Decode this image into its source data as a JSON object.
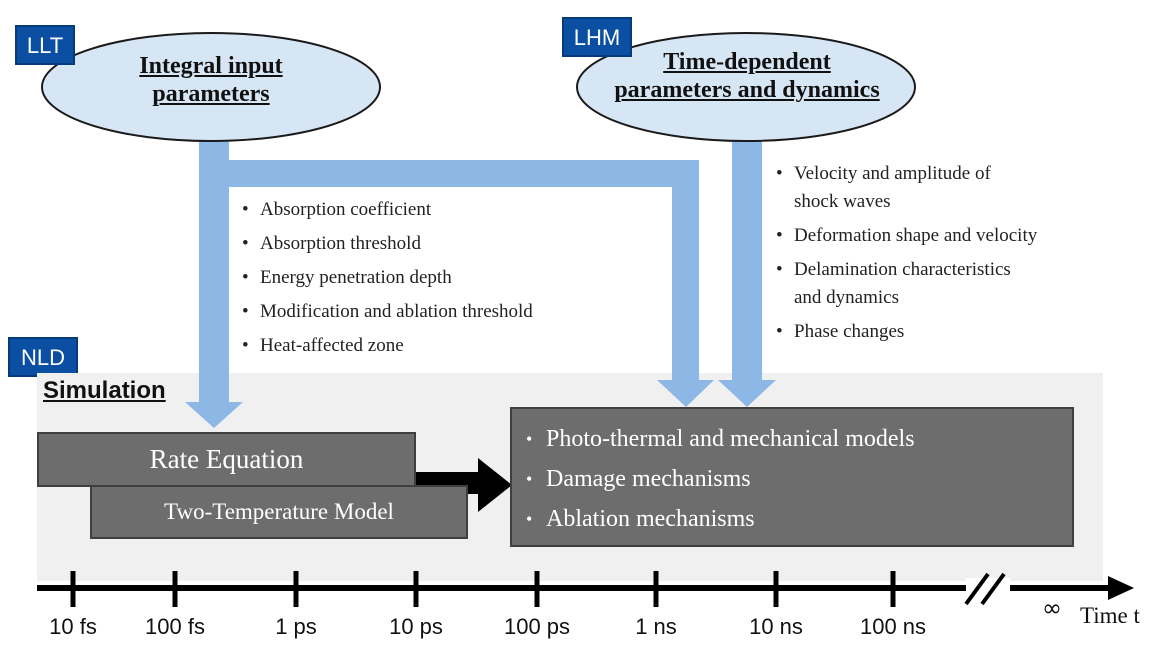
{
  "tags": {
    "llt": "LLT",
    "lhm": "LHM",
    "nld": "NLD"
  },
  "ellipses": {
    "integral": [
      "Integral input",
      "parameters"
    ],
    "time_dependent": [
      "Time-dependent",
      "parameters and dynamics"
    ]
  },
  "integral_bullets": [
    "Absorption coefficient",
    "Absorption threshold",
    "Energy penetration depth",
    "Modification and ablation threshold",
    "Heat-affected zone"
  ],
  "dynamics_bullets": [
    [
      "Velocity and amplitude of",
      "shock waves"
    ],
    [
      "Deformation shape and velocity"
    ],
    [
      "Delamination characteristics",
      "and dynamics"
    ],
    [
      "Phase changes"
    ]
  ],
  "simulation": {
    "title": "Simulation",
    "rate_equation": "Rate Equation",
    "two_temperature": "Two-Temperature Model",
    "models": [
      "Photo-thermal and mechanical models",
      "Damage mechanisms",
      "Ablation mechanisms"
    ]
  },
  "timeline": {
    "ticks": [
      "10 fs",
      "100 fs",
      "1 ps",
      "10 ps",
      "100 ps",
      "1 ns",
      "10 ns",
      "100 ns"
    ],
    "infinity": "∞",
    "axis_label": "Time t"
  },
  "colors": {
    "arrow_blue": "#8db8e6",
    "ellipse_fill": "#d6e6f5",
    "tag_blue": "#0b4fa3",
    "box_gray": "#6d6d6d"
  }
}
